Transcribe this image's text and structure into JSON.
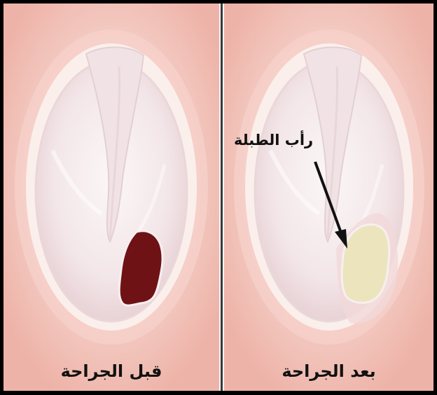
{
  "left_panel": {
    "caption": "قبل الجراحة"
  },
  "right_panel": {
    "caption": "بعد الجراحة",
    "annotation": "رأب الطبلة"
  },
  "colors": {
    "skin": "#f3c9c0",
    "drum": "#f7eeee",
    "perforation": "#6e1216",
    "graft": "#ece4bc",
    "arrow": "#111111"
  }
}
